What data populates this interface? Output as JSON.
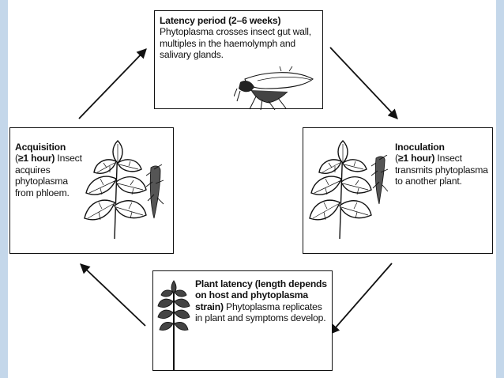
{
  "stages": {
    "latency": {
      "title": "Latency period (2–6 weeks)",
      "body": "Phytoplasma crosses insect gut wall, multiples in the haemolymph and salivary glands."
    },
    "acquisition": {
      "title": "Acquisition",
      "duration_prefix": "(",
      "duration": "≥1 hour)",
      "body": " Insect acquires phytoplasma from phloem."
    },
    "inoculation": {
      "title": "Inoculation",
      "duration_prefix": "(",
      "duration": "≥1 hour)",
      "body": " Insect transmits phytoplasma to another plant."
    },
    "plant_latency": {
      "title": "Plant latency (length depends on host and phytoplasma strain)",
      "body": " Phytoplasma replicates in plant and symptoms develop."
    }
  },
  "colors": {
    "frame": "#c4d7ea",
    "ink": "#111111"
  },
  "icons": [
    "leafhopper-icon",
    "plant-icon",
    "insect-icon",
    "seedling-icon",
    "arrow-icon"
  ]
}
